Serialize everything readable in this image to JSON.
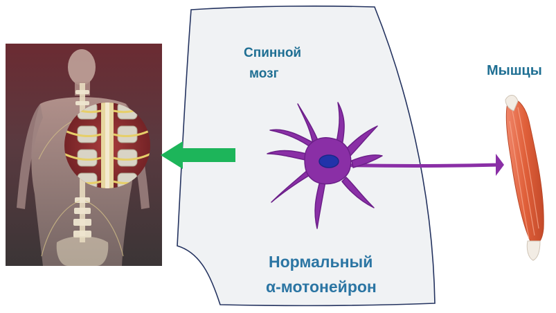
{
  "labels": {
    "spinal_cord_line1": "Спинной",
    "spinal_cord_line2": "мозг",
    "muscles": "Мышцы",
    "neuron_line1": "Нормальный",
    "neuron_line2": "α-мотонейрон"
  },
  "colors": {
    "spinal_cord_region": "#f0f2f4",
    "neuron": "#8a2fa6",
    "nucleus": "#2233aa",
    "arrow": "#1db55a",
    "muscle": "#e0603a",
    "label_text": "#1f6f93"
  },
  "icons": {
    "body": "human-back-spine-illustration",
    "muscle": "muscle-illustration",
    "neuron": "motor-neuron-illustration",
    "arrow": "left-arrow"
  }
}
